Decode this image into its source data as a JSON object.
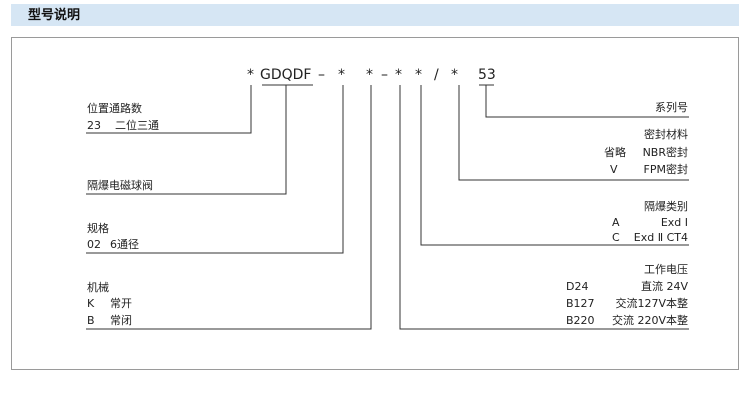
{
  "header": {
    "title": "型号说明"
  },
  "code": {
    "star": "*",
    "dash": "–",
    "slash": "/",
    "base": "GDQDF",
    "suffix": "53"
  },
  "left_groups": {
    "ports": {
      "heading": "位置通路数",
      "rows": [
        {
          "code": "23",
          "desc": "二位三通"
        }
      ]
    },
    "explosion_proof": {
      "heading": "隔爆电磁球阀"
    },
    "spec": {
      "heading": "规格",
      "rows": [
        {
          "code": "02",
          "desc": "6通径"
        }
      ]
    },
    "mechanical": {
      "heading": "机械",
      "rows": [
        {
          "code": "K",
          "desc": "常开"
        },
        {
          "code": "B",
          "desc": "常闭"
        }
      ]
    }
  },
  "right_groups": {
    "series": {
      "heading": "系列号"
    },
    "seal": {
      "heading": "密封材料",
      "rows": [
        {
          "code": "省略",
          "desc": "NBR密封"
        },
        {
          "code": "V",
          "desc": "FPM密封"
        }
      ]
    },
    "exproof_class": {
      "heading": "隔爆类别",
      "rows": [
        {
          "code": "A",
          "desc": "Exd Ⅰ"
        },
        {
          "code": "C",
          "desc": "Exd Ⅱ CT4"
        }
      ]
    },
    "voltage": {
      "heading": "工作电压",
      "rows": [
        {
          "code": "D24",
          "desc": "直流 24V"
        },
        {
          "code": "B127",
          "desc": "交流127V本整"
        },
        {
          "code": "B220",
          "desc": "交流 220V本整"
        }
      ]
    }
  }
}
